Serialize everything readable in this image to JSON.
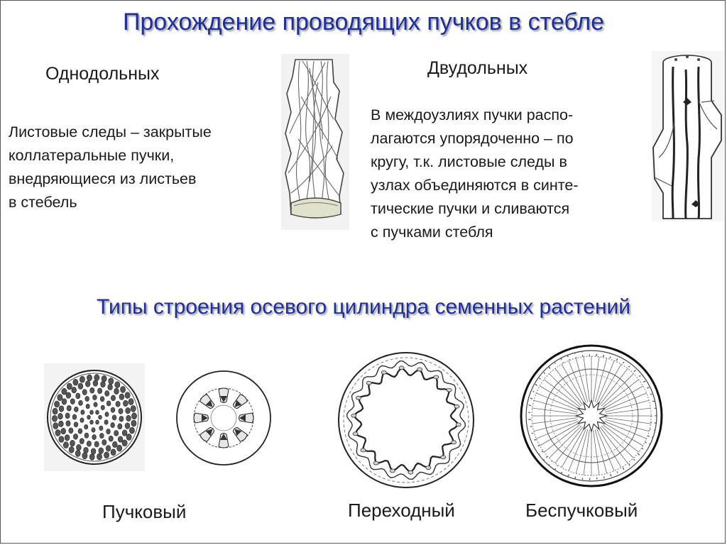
{
  "title": "Прохождение проводящих пучков в стебле",
  "monocot": {
    "heading": "Однодольных",
    "lines": [
      "Листовые следы – закрытые",
      "коллатеральные пучки,",
      "внедряющиеся из листьев",
      "в стебель"
    ]
  },
  "dicot": {
    "heading": "Двудольных",
    "lines": [
      "В междоузлиях пучки распо-",
      "лагаются упорядоченно – по",
      "кругу, т.к. листовые следы в",
      "узлах объединяются в синте-",
      "тические пучки и сливаются",
      "с пучками стебля"
    ]
  },
  "section_title": "Типы строения осевого цилиндра семенных растений",
  "types": [
    {
      "label": "Пучковый"
    },
    {
      "label": "Переходный"
    },
    {
      "label": "Беспучковый"
    }
  ]
}
